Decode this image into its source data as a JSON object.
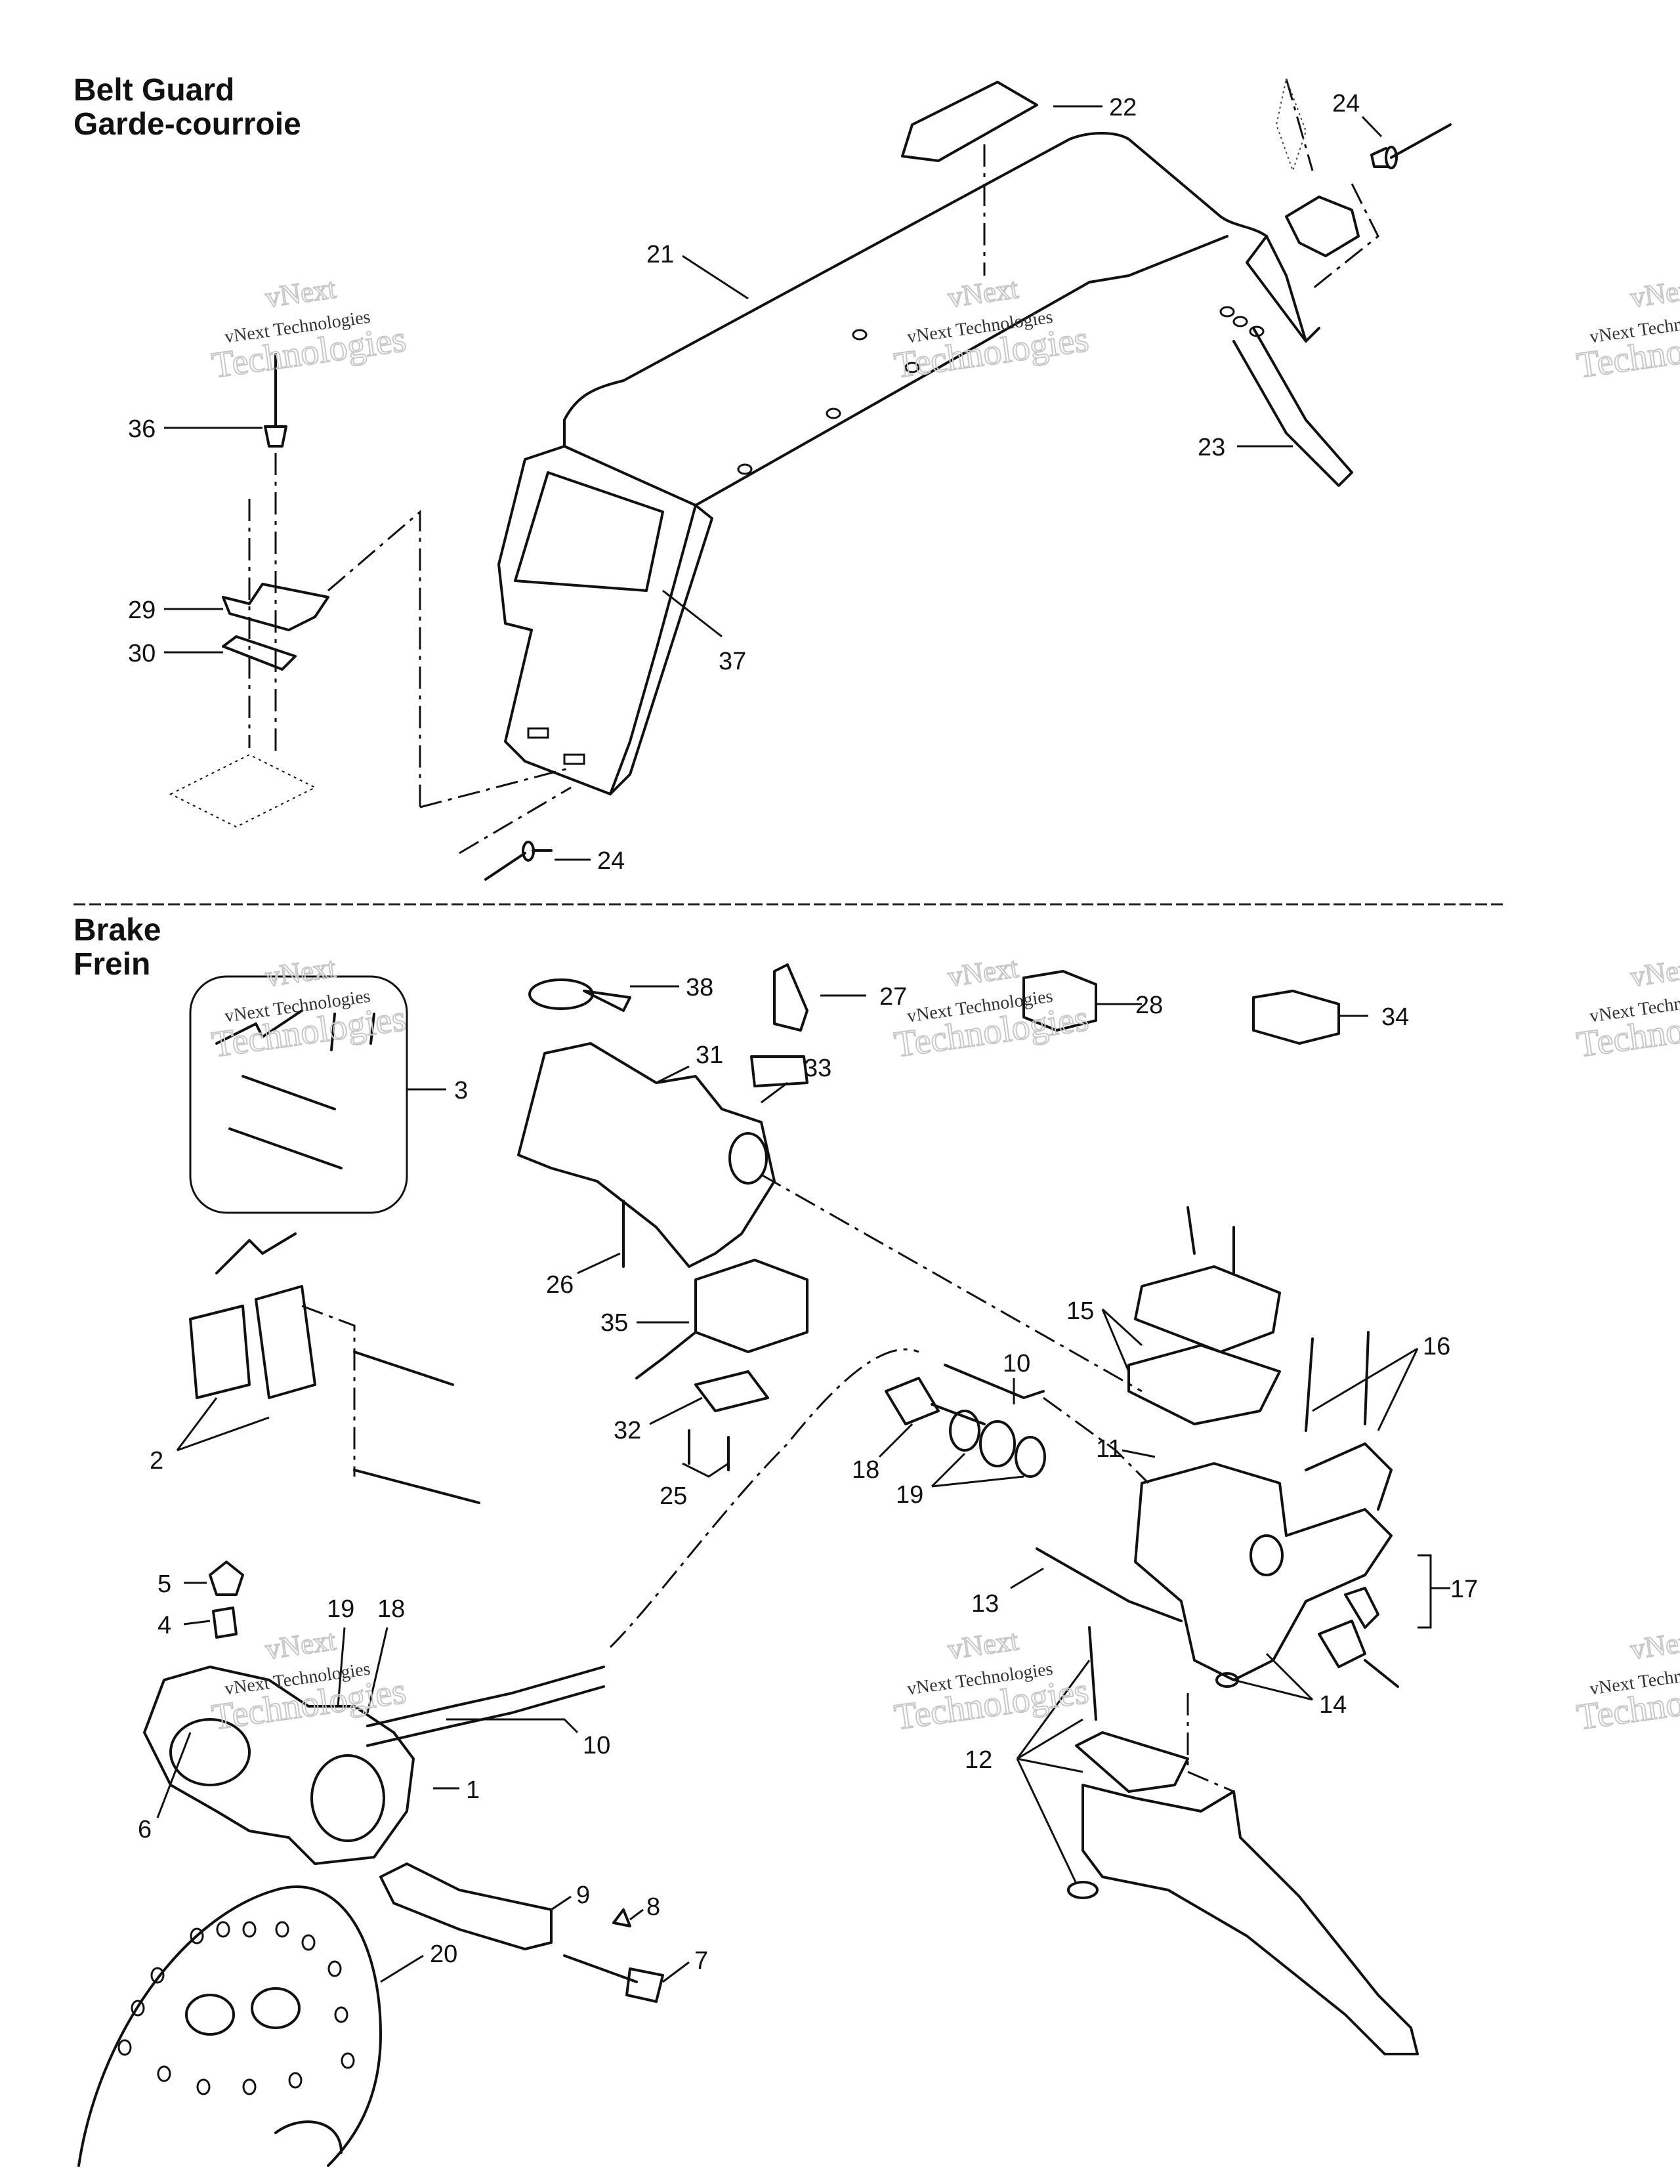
{
  "sections": [
    {
      "id": "belt-guard",
      "title_en": "Belt Guard",
      "title_fr": "Garde-courroie"
    },
    {
      "id": "brake",
      "title_en": "Brake",
      "title_fr": "Frein"
    }
  ],
  "watermark": {
    "line1": "vNext",
    "line2": "vNext Technologies",
    "line3": "Technologies"
  },
  "callouts": [
    {
      "id": "c22",
      "label": "22"
    },
    {
      "id": "c24a",
      "label": "24"
    },
    {
      "id": "c21",
      "label": "21"
    },
    {
      "id": "c36",
      "label": "36"
    },
    {
      "id": "c23",
      "label": "23"
    },
    {
      "id": "c29",
      "label": "29"
    },
    {
      "id": "c30",
      "label": "30"
    },
    {
      "id": "c37",
      "label": "37"
    },
    {
      "id": "c24b",
      "label": "24"
    },
    {
      "id": "c38",
      "label": "38"
    },
    {
      "id": "c27",
      "label": "27"
    },
    {
      "id": "c28",
      "label": "28"
    },
    {
      "id": "c34",
      "label": "34"
    },
    {
      "id": "c31",
      "label": "31"
    },
    {
      "id": "c33",
      "label": "33"
    },
    {
      "id": "c3",
      "label": "3"
    },
    {
      "id": "c26",
      "label": "26"
    },
    {
      "id": "c15",
      "label": "15"
    },
    {
      "id": "c16",
      "label": "16"
    },
    {
      "id": "c35",
      "label": "35"
    },
    {
      "id": "c10a",
      "label": "10"
    },
    {
      "id": "c32",
      "label": "32"
    },
    {
      "id": "c2",
      "label": "2"
    },
    {
      "id": "c18a",
      "label": "18"
    },
    {
      "id": "c11",
      "label": "11"
    },
    {
      "id": "c19a",
      "label": "19"
    },
    {
      "id": "c25",
      "label": "25"
    },
    {
      "id": "c17",
      "label": "17"
    },
    {
      "id": "c13",
      "label": "13"
    },
    {
      "id": "c5",
      "label": "5"
    },
    {
      "id": "c4",
      "label": "4"
    },
    {
      "id": "c19b",
      "label": "19"
    },
    {
      "id": "c18b",
      "label": "18"
    },
    {
      "id": "c14",
      "label": "14"
    },
    {
      "id": "c10b",
      "label": "10"
    },
    {
      "id": "c12",
      "label": "12"
    },
    {
      "id": "c1",
      "label": "1"
    },
    {
      "id": "c6",
      "label": "6"
    },
    {
      "id": "c9",
      "label": "9"
    },
    {
      "id": "c8",
      "label": "8"
    },
    {
      "id": "c20",
      "label": "20"
    },
    {
      "id": "c7",
      "label": "7"
    }
  ]
}
